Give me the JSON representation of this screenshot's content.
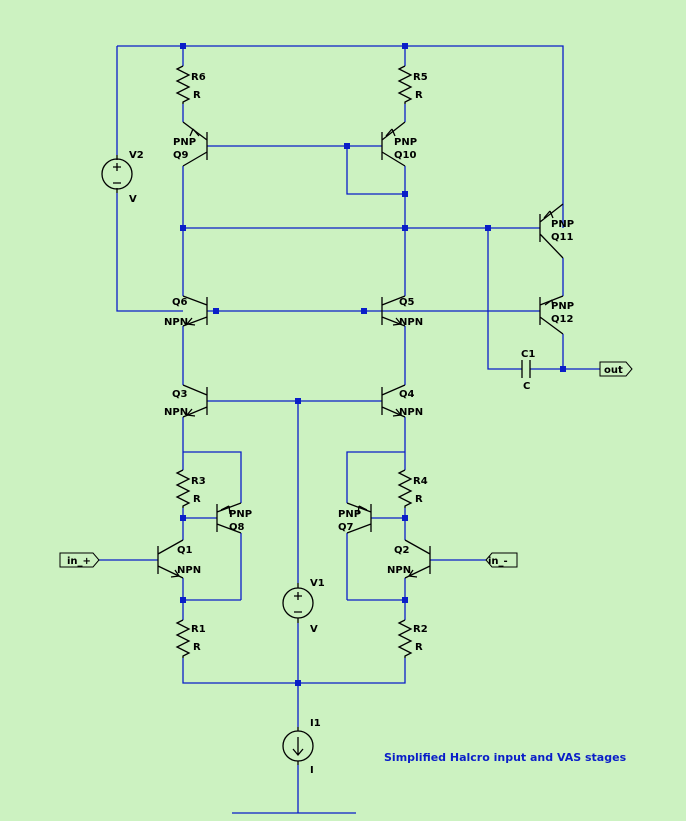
{
  "caption": "Simplified Halcro input and VAS stages",
  "ports": {
    "in_plus": "in_+",
    "in_minus": "in_-",
    "out": "out"
  },
  "resistors": [
    {
      "ref": "R6",
      "value": "R"
    },
    {
      "ref": "R5",
      "value": "R"
    },
    {
      "ref": "R3",
      "value": "R"
    },
    {
      "ref": "R4",
      "value": "R"
    },
    {
      "ref": "R1",
      "value": "R"
    },
    {
      "ref": "R2",
      "value": "R"
    }
  ],
  "transistors": [
    {
      "ref": "Q9",
      "type": "PNP"
    },
    {
      "ref": "Q10",
      "type": "PNP"
    },
    {
      "ref": "Q11",
      "type": "PNP"
    },
    {
      "ref": "Q12",
      "type": "PNP"
    },
    {
      "ref": "Q6",
      "type": "NPN"
    },
    {
      "ref": "Q5",
      "type": "NPN"
    },
    {
      "ref": "Q3",
      "type": "NPN"
    },
    {
      "ref": "Q4",
      "type": "NPN"
    },
    {
      "ref": "Q8",
      "type": "PNP"
    },
    {
      "ref": "Q7",
      "type": "PNP"
    },
    {
      "ref": "Q1",
      "type": "NPN"
    },
    {
      "ref": "Q2",
      "type": "NPN"
    }
  ],
  "sources": [
    {
      "ref": "V2",
      "value": "V"
    },
    {
      "ref": "V1",
      "value": "V"
    },
    {
      "ref": "I1",
      "value": "I"
    }
  ],
  "capacitor": {
    "ref": "C1",
    "value": "C"
  }
}
